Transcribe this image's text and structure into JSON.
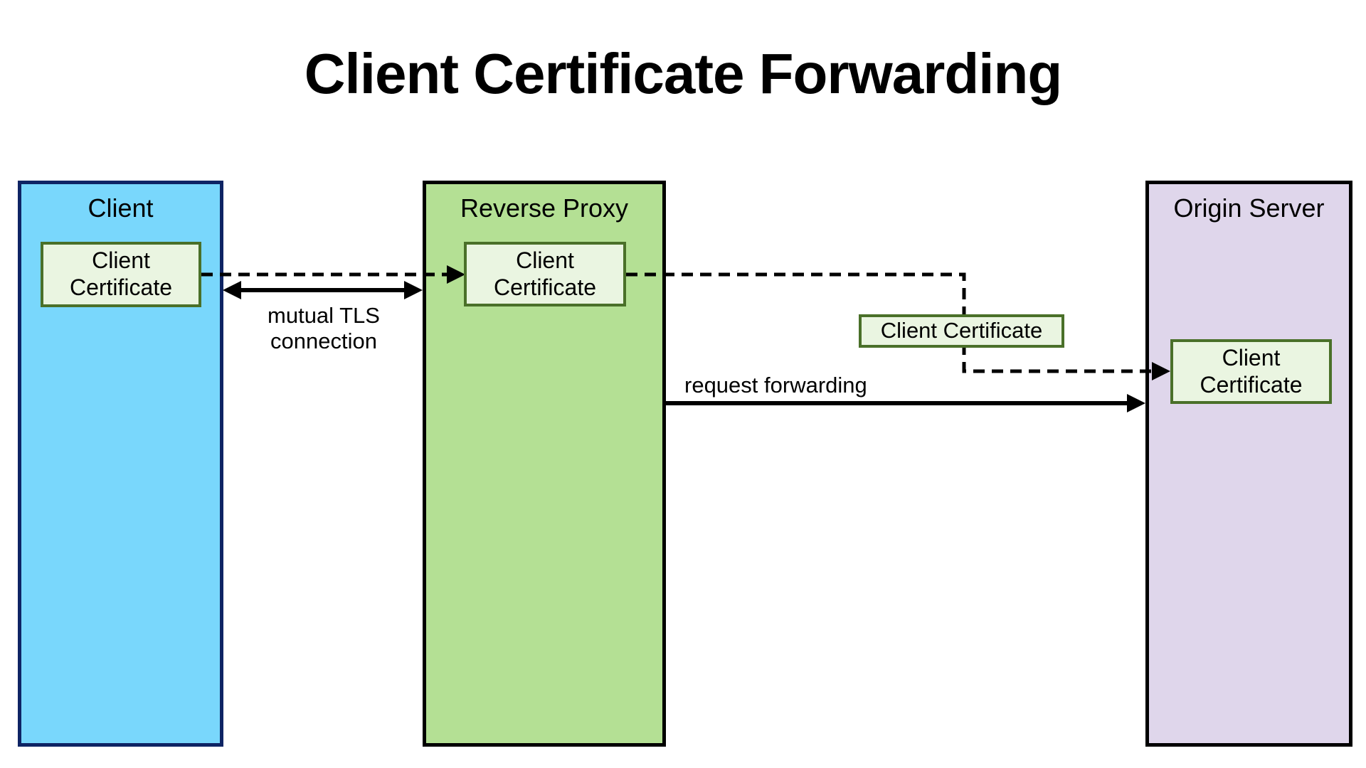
{
  "title": "Client Certificate Forwarding",
  "background": "#FFFFFF",
  "nodes": {
    "client": {
      "label": "Client",
      "fill": "#79D7FC",
      "border": "#0E2464"
    },
    "reverse_proxy": {
      "label": "Reverse Proxy",
      "fill": "#B4E094",
      "border": "#000000"
    },
    "origin_server": {
      "label": "Origin Server",
      "fill": "#DFD6EB",
      "border": "#000000"
    }
  },
  "certificates": {
    "fill": "#EAF5E1",
    "border": "#4A7029",
    "client_cert_label": "Client Certificate",
    "proxy_cert_label": "Client Certificate",
    "forwarded_cert_label": "Client Certificate",
    "origin_cert_label": "Client Certificate"
  },
  "edges": {
    "line_color": "#000000",
    "client_cert_to_proxy_cert": {
      "type": "dashed-arrow"
    },
    "mutual_tls": {
      "label": "mutual TLS connection",
      "type": "solid-double-arrow"
    },
    "proxy_cert_to_origin_cert": {
      "type": "dashed-arrow"
    },
    "request_forwarding": {
      "label": "request forwarding",
      "type": "solid-arrow"
    }
  }
}
